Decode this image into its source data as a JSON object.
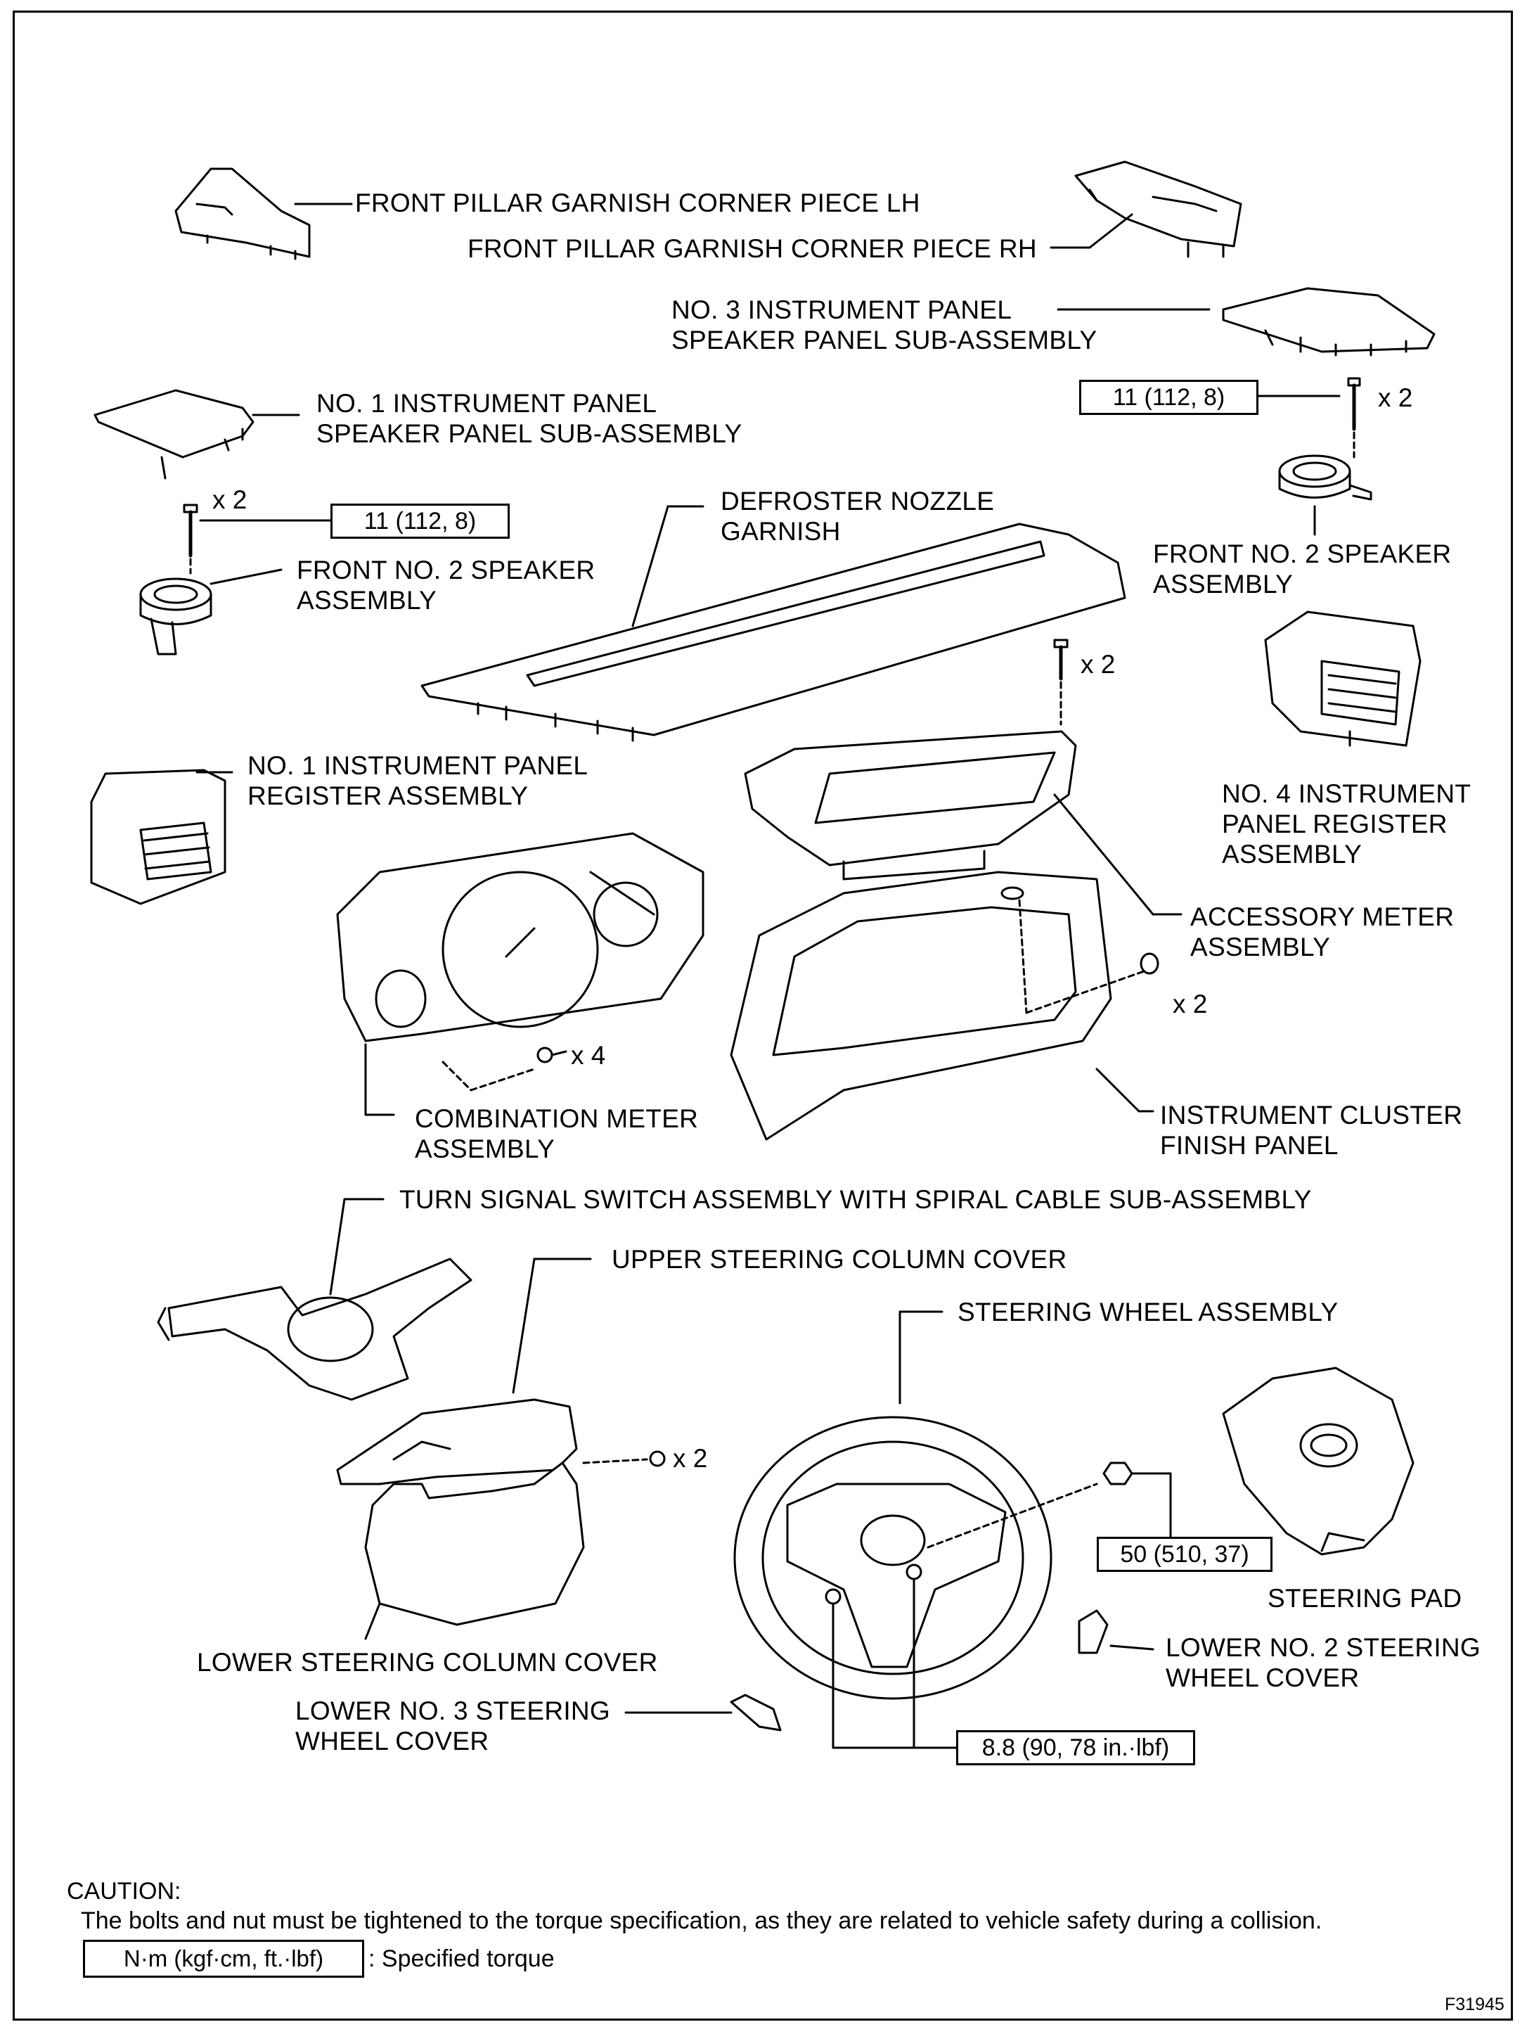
{
  "labels": {
    "pillar_lh": "FRONT PILLAR GARNISH CORNER PIECE LH",
    "pillar_rh": "FRONT PILLAR GARNISH CORNER PIECE RH",
    "speaker_panel3_l1": "NO. 3 INSTRUMENT PANEL",
    "speaker_panel3_l2": "SPEAKER PANEL SUB-ASSEMBLY",
    "speaker_panel1_l1": "NO. 1 INSTRUMENT PANEL",
    "speaker_panel1_l2": "SPEAKER PANEL SUB-ASSEMBLY",
    "defroster_l1": "DEFROSTER NOZZLE",
    "defroster_l2": "GARNISH",
    "speaker_left_l1": "FRONT NO. 2 SPEAKER",
    "speaker_left_l2": "ASSEMBLY",
    "speaker_right_l1": "FRONT NO. 2 SPEAKER",
    "speaker_right_l2": "ASSEMBLY",
    "register1_l1": "NO. 1 INSTRUMENT PANEL",
    "register1_l2": "REGISTER ASSEMBLY",
    "register4_l1": "NO. 4 INSTRUMENT",
    "register4_l2": "PANEL REGISTER",
    "register4_l3": "ASSEMBLY",
    "accessory_l1": "ACCESSORY METER",
    "accessory_l2": "ASSEMBLY",
    "combination_l1": "COMBINATION METER",
    "combination_l2": "ASSEMBLY",
    "cluster_l1": "INSTRUMENT CLUSTER",
    "cluster_l2": "FINISH PANEL",
    "turn_signal": "TURN SIGNAL SWITCH ASSEMBLY WITH SPIRAL CABLE SUB-ASSEMBLY",
    "upper_cover": "UPPER STEERING COLUMN COVER",
    "steering_wheel": "STEERING WHEEL ASSEMBLY",
    "steering_pad": "STEERING PAD",
    "lower_cover": "LOWER STEERING COLUMN COVER",
    "lower2_l1": "LOWER NO. 2 STEERING",
    "lower2_l2": "WHEEL COVER",
    "lower3_l1": "LOWER NO. 3 STEERING",
    "lower3_l2": "WHEEL COVER"
  },
  "quantities": {
    "q_speaker_right": "x 2",
    "q_speaker_left": "x 2",
    "q_defroster": "x 2",
    "q_cluster": "x 2",
    "q_combination": "x 4",
    "q_upper_cover": "x 2"
  },
  "torques": {
    "t_speaker_right": "11 (112, 8)",
    "t_speaker_left": "11 (112, 8)",
    "t_wheel_nut": "50 (510, 37)",
    "t_wheel_bolts": "8.8 (90, 78 in.·lbf)"
  },
  "caution": {
    "title": "CAUTION:",
    "text": "The bolts and nut must be tightened to the torque specification, as they are related to vehicle safety during a collision.",
    "legend_unit": "N·m (kgf·cm, ft.·lbf)",
    "legend_text": ": Specified torque"
  },
  "figure_id": "F31945"
}
